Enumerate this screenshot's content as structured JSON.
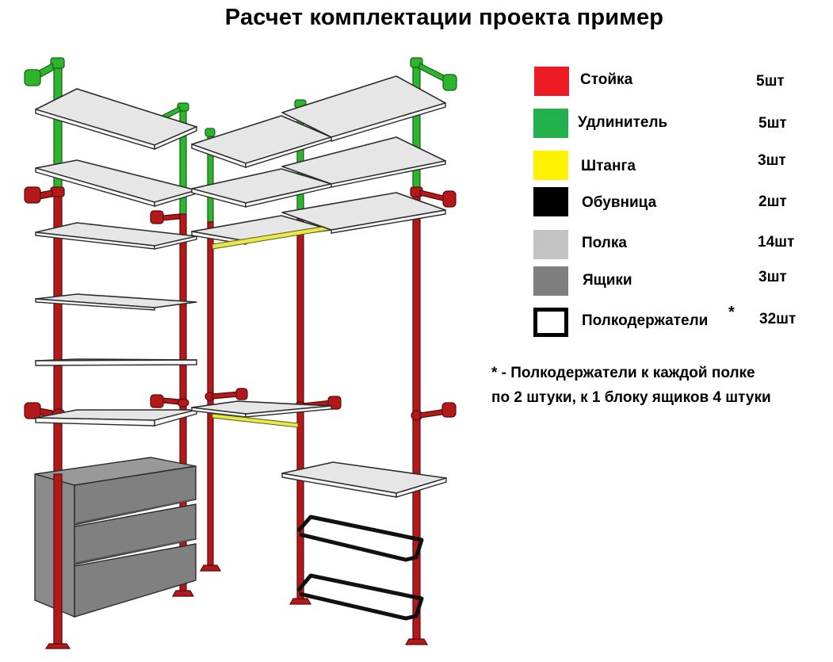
{
  "title": "Расчет комплектации проекта  пример",
  "legend": {
    "items": [
      {
        "label": "Стойка",
        "count": "5шт",
        "color": "#ED1C24",
        "style": "fill"
      },
      {
        "label": "Удлинитель",
        "count": "5шт",
        "color": "#22B14C",
        "style": "fill"
      },
      {
        "label": "Штанга",
        "count": "3шт",
        "color": "#FFF200",
        "style": "fill"
      },
      {
        "label": "Обувница",
        "count": "2шт",
        "color": "#000000",
        "style": "fill"
      },
      {
        "label": "Полка",
        "count": "14шт",
        "color": "#C3C3C3",
        "style": "fill"
      },
      {
        "label": "Ящики",
        "count": "3шт",
        "color": "#7F7F7F",
        "style": "fill"
      },
      {
        "label": "Полкодержатели",
        "count": "32шт",
        "color": "#000000",
        "style": "outline",
        "mark": "*"
      }
    ]
  },
  "footnote": {
    "line1": "* - Полкодержатели к каждой полке",
    "line2": "по 2 штуки, к 1 блоку ящиков 4 штуки"
  },
  "drawing": {
    "colors": {
      "post": "#B3191B",
      "post_dark": "#7A0F10",
      "extension": "#2DB52D",
      "extension_dark": "#157015",
      "rod": "#E8E84A",
      "shelf": "#E6E6E6",
      "shelf_edge": "#333333",
      "drawer": "#7F7F7F",
      "drawer_side": "#8C8C8C",
      "shoe_rack": "#111111"
    }
  }
}
